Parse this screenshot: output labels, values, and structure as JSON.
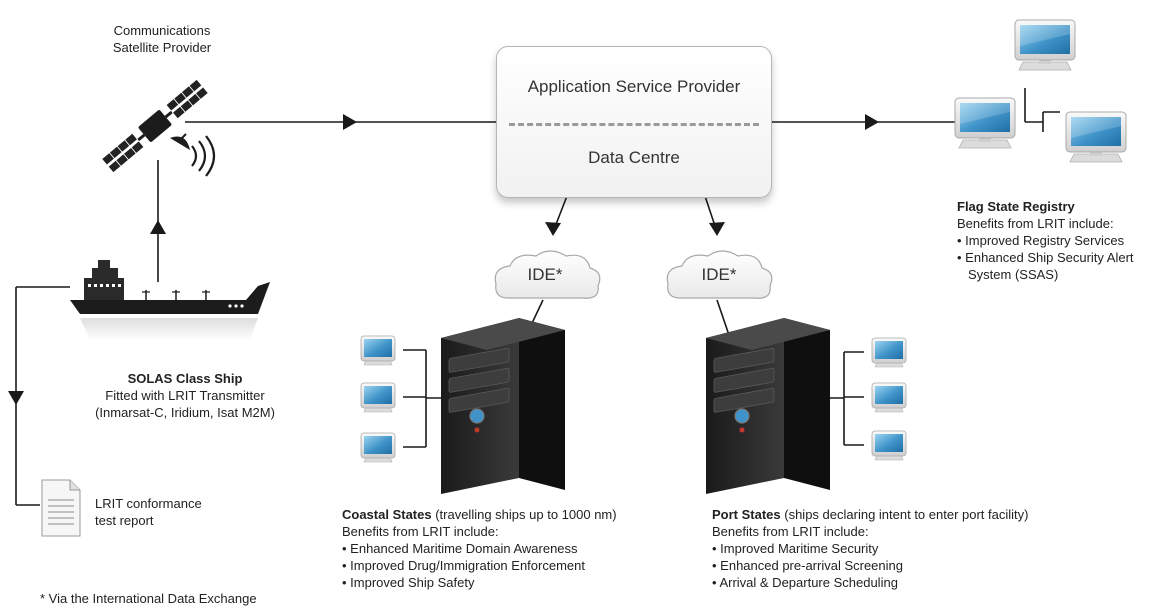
{
  "satellite": {
    "label_line1": "Communications",
    "label_line2": "Satellite Provider"
  },
  "asp": {
    "title": "Application Service Provider",
    "subtitle": "Data Centre"
  },
  "ide": {
    "left": "IDE*",
    "right": "IDE*"
  },
  "ship": {
    "title": "SOLAS Class Ship",
    "line1": "Fitted with LRIT Transmitter",
    "line2": "(Inmarsat-C, Iridium, Isat M2M)"
  },
  "report": {
    "line1": "LRIT conformance",
    "line2": "test report"
  },
  "flag_state": {
    "title": "Flag State Registry",
    "intro": "Benefits from LRIT include:",
    "items": [
      "• Improved Registry Services",
      "• Enhanced Ship Security Alert",
      "System (SSAS)"
    ]
  },
  "coastal": {
    "title": "Coastal States",
    "title_note": " (travelling ships up to 1000 nm)",
    "intro": "Benefits from LRIT include:",
    "items": [
      "• Enhanced Maritime Domain Awareness",
      "• Improved Drug/Immigration Enforcement",
      "• Improved Ship Safety"
    ]
  },
  "port": {
    "title": "Port States",
    "title_note": " (ships declaring intent to enter port facility)",
    "intro": "Benefits from LRIT include:",
    "items": [
      "• Improved Maritime Security",
      "• Enhanced pre-arrival Screening",
      "• Arrival & Departure Scheduling"
    ]
  },
  "footnote": "* Via the International Data Exchange",
  "colors": {
    "line": "#1a1a1a",
    "screen": "#3f93c8",
    "tower": "#2f2f2f",
    "satellite": "#1c1c1c"
  }
}
